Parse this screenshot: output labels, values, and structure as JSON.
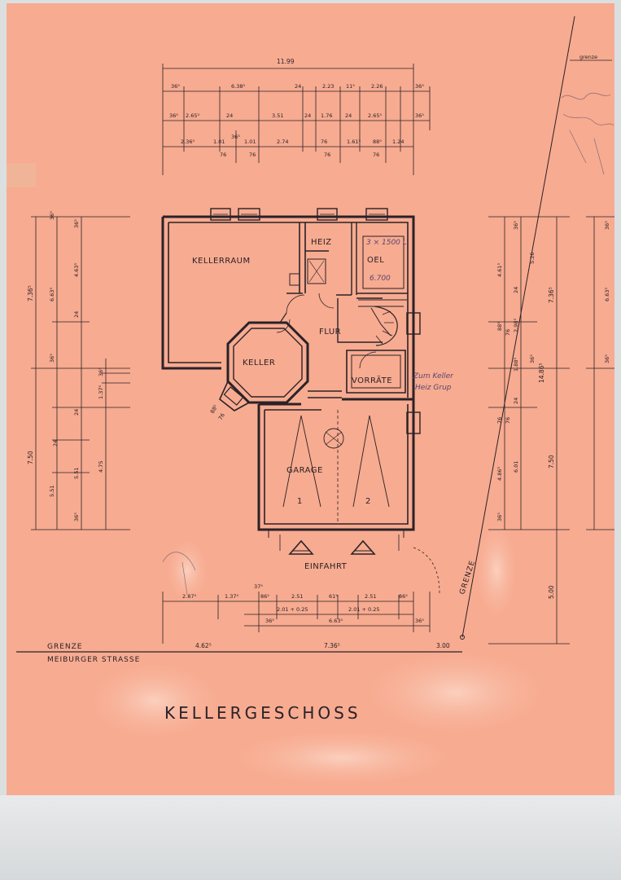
{
  "title": "KELLERGESCHOSS",
  "rooms": {
    "kellerraum": "KELLERRAUM",
    "heiz": "HEIZ",
    "oel": "OEL",
    "flur": "FLUR",
    "keller": "KELLER",
    "vorraete": "VORRÄTE",
    "garage": "GARAGE",
    "garage_1": "1",
    "garage_2": "2",
    "einfahrt": "EINFAHRT"
  },
  "boundary": {
    "grenze": "GRENZE",
    "street": "MEIBURGER STRASSE",
    "grenze_top": "grenze"
  },
  "dimensions": {
    "top_total": "11.99",
    "top_row1": [
      "36⁵",
      "6.38⁵",
      "24",
      "2.23",
      "11⁵",
      "2.26",
      "36⁵"
    ],
    "top_row2": [
      "36⁵",
      "2.65⁵",
      "24",
      "3.51",
      "24",
      "1.76",
      "24",
      "2.65⁵",
      "36⁵"
    ],
    "top_row3": [
      "2.36⁵",
      "1.01",
      "36⁵",
      "1.01",
      "2.74",
      "76",
      "1.61⁵",
      "88⁵",
      "1.24"
    ],
    "top_row4": [
      "76",
      "76",
      "76",
      "76"
    ],
    "left_outer": [
      "7.36⁵",
      "7.50"
    ],
    "left_mid": [
      "6.63⁵",
      "36⁵",
      "5.51",
      "36⁵"
    ],
    "left_inner": [
      "36⁵",
      "4.63⁵",
      "24",
      "36⁵",
      "1.37⁵",
      "24",
      "4.75",
      "24",
      "5.51",
      "36⁵"
    ],
    "right_inner": [
      "4.61⁵",
      "24",
      "88⁵",
      "76",
      "2.98⁵",
      "1.88⁵",
      "24",
      "76",
      "76",
      "4.86⁵",
      "6.01",
      "36⁵"
    ],
    "right_mid": [
      "36⁵",
      "5.26",
      "36⁵"
    ],
    "right_outer": [
      "7.36⁵",
      "14.86⁵",
      "7.50",
      "5.00"
    ],
    "far_right": [
      "36⁵",
      "6.63⁵",
      "36⁵"
    ],
    "bottom_row1": [
      "2.87⁵",
      "1.37⁵",
      "37⁵",
      "86⁵",
      "2.51",
      "61⁵",
      "2.51",
      "86⁵"
    ],
    "bottom_row2": [
      "2.01 + 0.25",
      "2.01 + 0.25"
    ],
    "bottom_row3": [
      "36⁵",
      "6.63⁵",
      "36⁵"
    ],
    "street_row": [
      "4.62⁵",
      "7.36⁵",
      "3.00"
    ],
    "keller_window": [
      "88⁵",
      "76"
    ]
  },
  "annotations": {
    "oel_note": "3 × 1500 L",
    "oel_note2": "6.700",
    "vorraete_note": "Zum Keller",
    "vorraete_note2": "Heiz Grup"
  },
  "colors": {
    "paper": "#f7ab90",
    "ink": "#2a2228",
    "pencil": "#5a4670"
  }
}
